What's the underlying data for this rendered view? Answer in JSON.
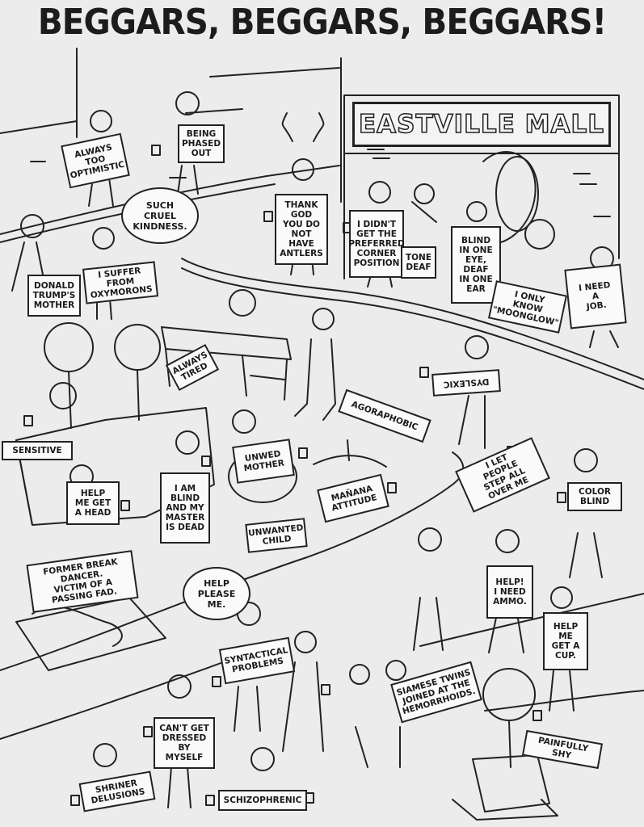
{
  "title": "BEGGARS, BEGGARS, BEGGARS!",
  "mall_sign": "EASTVILLE MALL",
  "signs": {
    "always_too_optimistic": "ALWAYS\nTOO\nOPTIMISTIC",
    "being_phased_out": "BEING\nPHASED\nOUT",
    "thank_god_antlers": "THANK\nGOD\nYOU DO\nNOT HAVE\nANTLERS",
    "preferred_corner": "I DIDN'T\nGET THE\nPREFERRED\nCORNER\nPOSITION",
    "tone_deaf": "TONE\nDEAF",
    "blind_one_eye": "BLIND\nIN ONE\nEYE,\nDEAF\nIN ONE\nEAR",
    "i_need_a_job": "I NEED\nA\nJOB.",
    "only_know_moonglow": "I ONLY\nKNOW\n\"MOONGLOW\"",
    "donald_trumps_mother": "DONALD\nTRUMP'S\nMOTHER",
    "oxymorons": "I SUFFER\nFROM\nOXYMORONS",
    "always_tired": "ALWAYS\nTIRED",
    "dyslexic": "DYSLEXIC",
    "agoraphobic": "AGORAPHOBIC",
    "sensitive": "SENSITIVE",
    "help_me_get_a_head": "HELP\nME GET\nA HEAD",
    "blind_master_dead": "I AM\nBLIND\nAND MY\nMASTER\nIS DEAD",
    "unwed_mother": "UNWED\nMOTHER",
    "unwanted_child": "UNWANTED\nCHILD",
    "manana_attitude": "MAÑANA\nATTITUDE",
    "let_people_step": "I LET\nPEOPLE\nSTEP ALL\nOVER ME",
    "color_blind": "COLOR\nBLIND",
    "break_dancer": "FORMER BREAK\nDANCER.\nVICTIM OF A\nPASSING FAD.",
    "help_need_ammo": "HELP!\nI NEED\nAMMO.",
    "help_get_a_cup": "HELP\nME\nGET A\nCUP.",
    "syntactical_problems": "SYNTACTICAL\nPROBLEMS",
    "siamese_twins": "SIAMESE TWINS\nJOINED AT THE\nHEMORRHOIDS.",
    "cant_get_dressed": "CAN'T GET\nDRESSED\nBY\nMYSELF",
    "painfully_shy": "PAINFULLY\nSHY",
    "shriner_delusions": "SHRINER\nDELUSIONS",
    "schizophrenic": "SCHIZOPHRENIC"
  },
  "bubbles": {
    "such_cruel_kindness": "SUCH\nCRUEL\nKINDNESS.",
    "help_please_me": "HELP\nPLEASE\nME."
  }
}
